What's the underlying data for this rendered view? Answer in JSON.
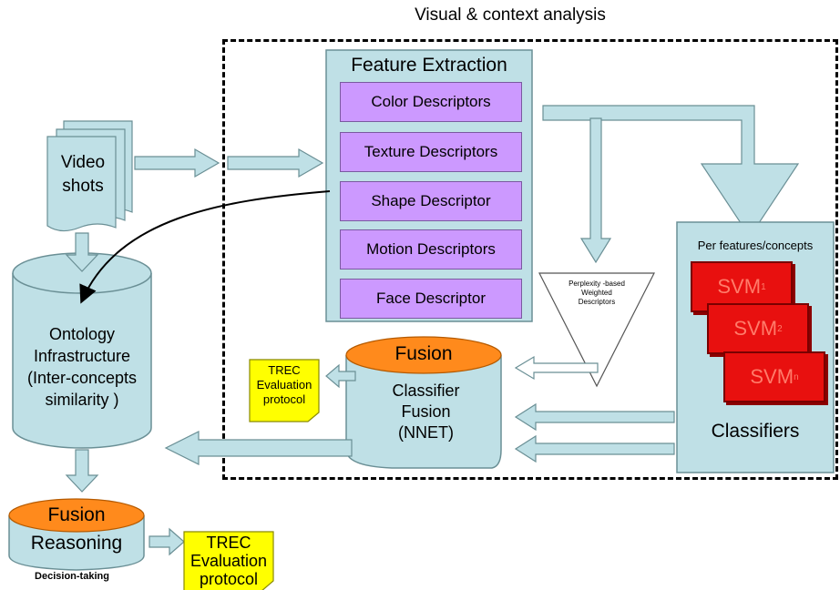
{
  "title": "Visual & context analysis",
  "video": {
    "line1": "Video",
    "line2": "shots"
  },
  "feature_extraction": {
    "title": "Feature Extraction",
    "descriptors": [
      "Color Descriptors",
      "Texture Descriptors",
      "Shape Descriptor",
      "Motion Descriptors",
      "Face Descriptor"
    ]
  },
  "weighted": {
    "line1": "Perplexity -based",
    "line2": "Weighted",
    "line3": "Descriptors"
  },
  "classifiers": {
    "header": "Per features/concepts",
    "svm_label": "SVM",
    "svm_subs": [
      "1",
      "2",
      "n"
    ],
    "label": "Classifiers"
  },
  "ontology": {
    "line1": "Ontology",
    "line2": "Infrastructure",
    "line3": "(Inter-concepts",
    "line4": "similarity )"
  },
  "classifier_fusion": {
    "fusion_label": "Fusion",
    "line1": "Classifier",
    "line2": "Fusion",
    "line3": "(NNET)"
  },
  "trec_small": {
    "line1": "TREC",
    "line2": "Evaluation",
    "line3": "protocol"
  },
  "reasoning": {
    "fusion_label": "Fusion",
    "label": "Reasoning",
    "caption": "Decision-taking"
  },
  "trec_big": {
    "line1": "TREC",
    "line2": "Evaluation",
    "line3": "protocol"
  },
  "colors": {
    "teal": "#bfe0e6",
    "purple": "#cc99ff",
    "orange": "#ff8a1c",
    "yellow": "#ffff00",
    "red": "#e8100f"
  }
}
